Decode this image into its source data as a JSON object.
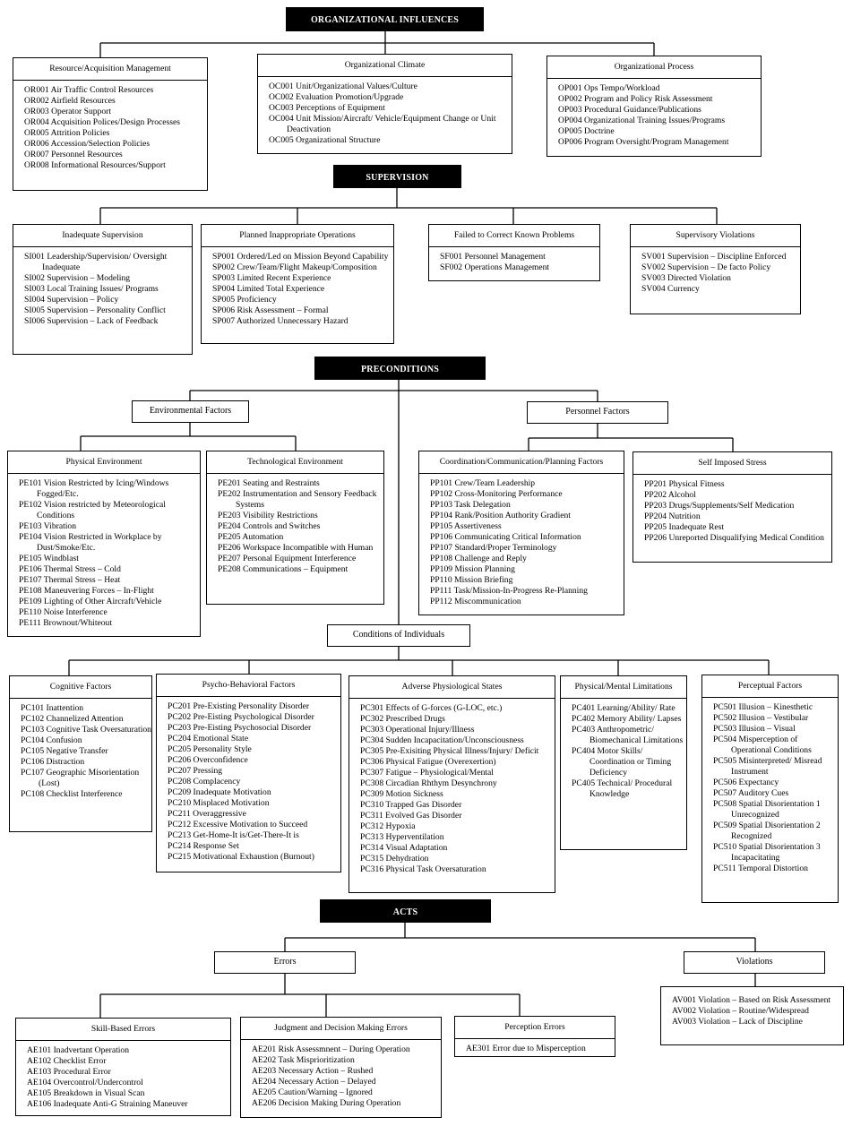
{
  "org_influences": {
    "title": "ORGANIZATIONAL INFLUENCES",
    "groups": [
      {
        "title": "Resource/Acquisition Management",
        "items": [
          "OR001 Air Traffic Control Resources",
          "OR002 Airfield Resources",
          "OR003 Operator Support",
          "OR004 Acquisition Polices/Design Processes",
          "OR005 Attrition Policies",
          "OR006 Accession/Selection Policies",
          "OR007 Personnel Resources",
          "OR008 Informational Resources/Support"
        ]
      },
      {
        "title": "Organizational Climate",
        "items": [
          "OC001 Unit/Organizational  Values/Culture",
          "OC002 Evaluation Promotion/Upgrade",
          "OC003 Perceptions of Equipment",
          "OC004 Unit Mission/Aircraft/ Vehicle/Equipment Change or Unit Deactivation",
          "OC005 Organizational Structure"
        ]
      },
      {
        "title": "Organizational Process",
        "items": [
          "OP001 Ops Tempo/Workload",
          "OP002 Program and Policy Risk Assessment",
          "OP003 Procedural Guidance/Publications",
          "OP004 Organizational Training Issues/Programs",
          "OP005 Doctrine",
          "OP006 Program Oversight/Program Management"
        ]
      }
    ]
  },
  "supervision": {
    "title": "SUPERVISION",
    "groups": [
      {
        "title": "Inadequate Supervision",
        "items": [
          "SI001 Leadership/Supervision/ Oversight Inadequate",
          "SI002 Supervision – Modeling",
          "SI003 Local Training Issues/ Programs",
          "SI004 Supervision – Policy",
          "SI005 Supervision – Personality Conflict",
          "SI006 Supervision – Lack of Feedback"
        ]
      },
      {
        "title": "Planned Inappropriate Operations",
        "items": [
          "SP001 Ordered/Led on Mission Beyond Capability",
          "SP002 Crew/Team/Flight Makeup/Composition",
          "SP003 Limited Recent Experience",
          "SP004 Limited Total Experience",
          "SP005 Proficiency",
          "SP006 Risk Assessment – Formal",
          "SP007 Authorized Unnecessary Hazard"
        ]
      },
      {
        "title": "Failed to Correct Known Problems",
        "items": [
          "SF001 Personnel Management",
          "SF002 Operations Management"
        ]
      },
      {
        "title": "Supervisory Violations",
        "items": [
          "SV001 Supervision – Discipline Enforced",
          "SV002 Supervision – De facto Policy",
          "SV003 Directed Violation",
          "SV004 Currency"
        ]
      }
    ]
  },
  "preconditions": {
    "title": "PRECONDITIONS",
    "environmental": {
      "title": "Environmental Factors",
      "groups": [
        {
          "title": "Physical Environment",
          "items": [
            "PE101 Vision Restricted by Icing/Windows Fogged/Etc.",
            "PE102 Vision restricted by Meteorological Conditions",
            "PE103 Vibration",
            "PE104 Vision Restricted in Workplace by Dust/Smoke/Etc.",
            "PE105 Windblast",
            "PE106 Thermal Stress – Cold",
            "PE107 Thermal Stress – Heat",
            "PE108 Maneuvering Forces – In-Flight",
            "PE109 Lighting of Other Aircraft/Vehicle",
            "PE110 Noise Interference",
            "PE111 Brownout/Whiteout"
          ]
        },
        {
          "title": "Technological Environment",
          "items": [
            "PE201 Seating and Restraints",
            "PE202 Instrumentation and Sensory Feedback Systems",
            "PE203 Visibility Restrictions",
            "PE204 Controls and Switches",
            "PE205 Automation",
            "PE206 Workspace Incompatible with Human",
            "PE207 Personal Equipment Interference",
            "PE208 Communications – Equipment"
          ]
        }
      ]
    },
    "personnel": {
      "title": "Personnel Factors",
      "groups": [
        {
          "title": "Coordination/Communication/Planning Factors",
          "items": [
            "PP101 Crew/Team Leadership",
            "PP102 Cross-Monitoring Performance",
            "PP103 Task Delegation",
            "PP104 Rank/Position Authority Gradient",
            "PP105 Assertiveness",
            "PP106 Communicating Critical Information",
            "PP107 Standard/Proper Terminology",
            "PP108 Challenge and Reply",
            "PP109 Mission Planning",
            "PP110 Mission Briefing",
            "PP111 Task/Mission-In-Progress Re-Planning",
            "PP112 Miscommunication"
          ]
        },
        {
          "title": "Self Imposed Stress",
          "items": [
            "PP201 Physical Fitness",
            "PP202 Alcohol",
            "PP203 Drugs/Supplements/Self Medication",
            "PP204 Nutrition",
            "PP205 Inadequate Rest",
            "PP206 Unreported Disqualifying Medical Condition"
          ]
        }
      ]
    },
    "individuals": {
      "title": "Conditions of Individuals",
      "groups": [
        {
          "title": "Cognitive Factors",
          "items": [
            "PC101 Inattention",
            "PC102 Channelized Attention",
            "PC103 Cognitive Task Oversaturation",
            "PC104 Confusion",
            "PC105 Negative Transfer",
            "PC106 Distraction",
            "PC107 Geographic Misorientation (Lost)",
            "PC108 Checklist Interference"
          ]
        },
        {
          "title": "Psycho-Behavioral Factors",
          "items": [
            "PC201 Pre-Existing Personality Disorder",
            "PC202 Pre-Eisting Psychological Disorder",
            "PC203 Pre-Eisting Psychosocial Disorder",
            "PC204 Emotional State",
            "PC205 Personality Style",
            "PC206 Overconfidence",
            "PC207 Pressing",
            "PC208 Complacency",
            "PC209 Inadequate Motivation",
            "PC210 Misplaced Motivation",
            "PC211 Overaggressive",
            "PC212 Excessive Motivation to Succeed",
            "PC213 Get-Home-It is/Get-There-It is",
            "PC214 Response Set",
            "PC215 Motivational Exhaustion (Burnout)"
          ]
        },
        {
          "title": "Adverse Physiological States",
          "items": [
            "PC301 Effects of G-forces (G-LOC, etc.)",
            "PC302 Prescribed Drugs",
            "PC303 Operational Injury/Illness",
            "PC304 Sudden Incapacitation/Unconsciousness",
            "PC305 Pre-Exisiting Physical Illness/Injury/ Deficit",
            "PC306 Physical Fatigue (Overexertion)",
            "PC307 Fatigue – Physiological/Mental",
            "PC308 Circadian Rhthym Desynchrony",
            "PC309 Motion Sickness",
            "PC310 Trapped Gas Disorder",
            "PC311 Evolved Gas Disorder",
            "PC312 Hypoxia",
            "PC313 Hyperventilation",
            "PC314 Visual Adaptation",
            "PC315 Dehydration",
            "PC316 Physical Task Oversaturation"
          ]
        },
        {
          "title": "Physical/Mental Limitations",
          "items": [
            "PC401 Learning/Ability/ Rate",
            "PC402 Memory Ability/ Lapses",
            "PC403 Anthropometric/ Biomechanical Limitations",
            "PC404 Motor Skills/ Coordination or Timing Deficiency",
            "PC405 Technical/ Procedural Knowledge"
          ]
        },
        {
          "title": "Perceptual Factors",
          "items": [
            "PC501 Illusion – Kinesthetic",
            "PC502 Illusion – Vestibular",
            "PC503 Illusion – Visual",
            "PC504 Misperception of Operational Conditions",
            "PC505 Misinterpreted/ Misread Instrument",
            "PC506 Expectancy",
            "PC507 Auditory Cues",
            "PC508 Spatial Disorientation 1 Unrecognized",
            "PC509 Spatial Disorientation 2 Recognized",
            "PC510 Spatial Disorientation 3 Incapacitating",
            "PC511 Temporal Distortion"
          ]
        }
      ]
    }
  },
  "acts": {
    "title": "ACTS",
    "errors": {
      "title": "Errors",
      "groups": [
        {
          "title": "Skill-Based Errors",
          "items": [
            "AE101 Inadvertant Operation",
            "AE102 Checklist Error",
            "AE103 Procedural Error",
            "AE104 Overcontrol/Undercontrol",
            "AE105 Breakdown in Visual Scan",
            "AE106 Inadequate Anti-G Straining Maneuver"
          ]
        },
        {
          "title": "Judgment and Decision Making Errors",
          "items": [
            "AE201 Risk Assessmnent – During Operation",
            "AE202 Task Misprioritization",
            "AE203 Necessary Action – Rushed",
            "AE204 Necessary Action – Delayed",
            "AE205 Caution/Warning – Ignored",
            "AE206 Decision Making During Operation"
          ]
        },
        {
          "title": "Perception Errors",
          "items": [
            "AE301 Error due to Misperception"
          ]
        }
      ]
    },
    "violations": {
      "title": "Violations",
      "items": [
        "AV001 Violation – Based on Risk Assessment",
        "AV002 Violation – Routine/Widespread",
        "AV003 Violation – Lack of Discipline"
      ]
    }
  }
}
